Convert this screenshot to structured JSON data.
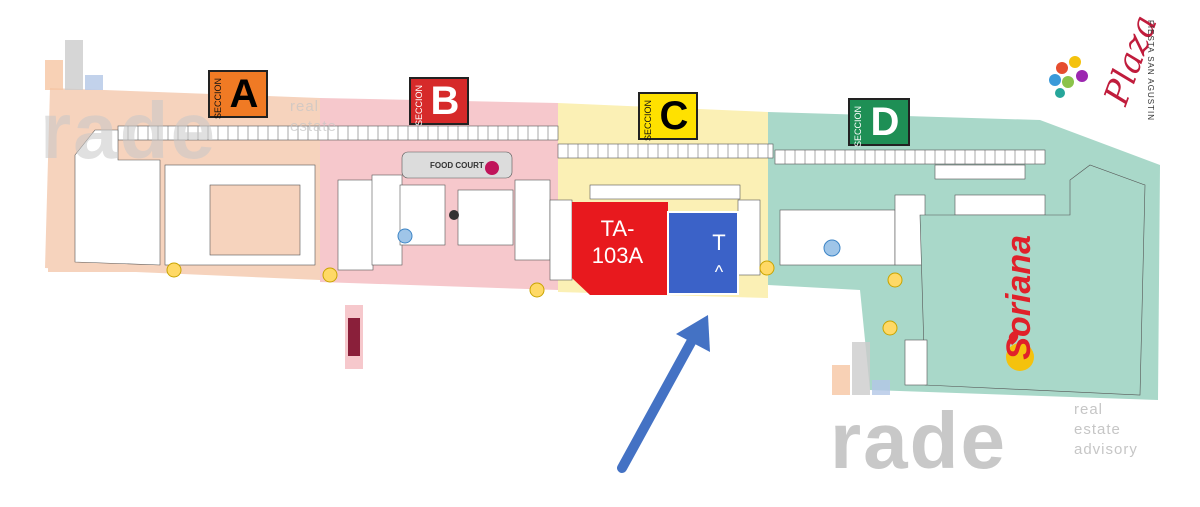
{
  "sections": [
    {
      "letter": "A",
      "label": "SECCION",
      "color": "#f07a24"
    },
    {
      "letter": "B",
      "label": "SECCION",
      "color": "#d62a2a"
    },
    {
      "letter": "C",
      "label": "SECCION",
      "color": "#ffe100"
    },
    {
      "letter": "D",
      "label": "SECCION",
      "color": "#1e8f55"
    }
  ],
  "zones": {
    "a_color": "#f6d3bd",
    "b_color": "#f6c8cc",
    "c_color": "#fbf0b5",
    "d_color": "#a9d8c9"
  },
  "highlights": {
    "red_unit": {
      "label": "TA-\n103A",
      "color": "#e8191e"
    },
    "blue_unit": {
      "label": "T",
      "sub": "^",
      "color": "#3b62c8"
    }
  },
  "food_court": "FOOD COURT",
  "anchor_store": "Soriana",
  "logo": {
    "name": "Plaza",
    "sub": "FIESTA SAN AGUSTIN"
  },
  "watermark": {
    "brand": "rade",
    "tagline": [
      "real",
      "estate",
      "advisory"
    ]
  },
  "arrow_color": "#4472c4",
  "icons": [
    "restroom-icon",
    "elevator-icon",
    "escalator-icon",
    "atm-icon"
  ]
}
